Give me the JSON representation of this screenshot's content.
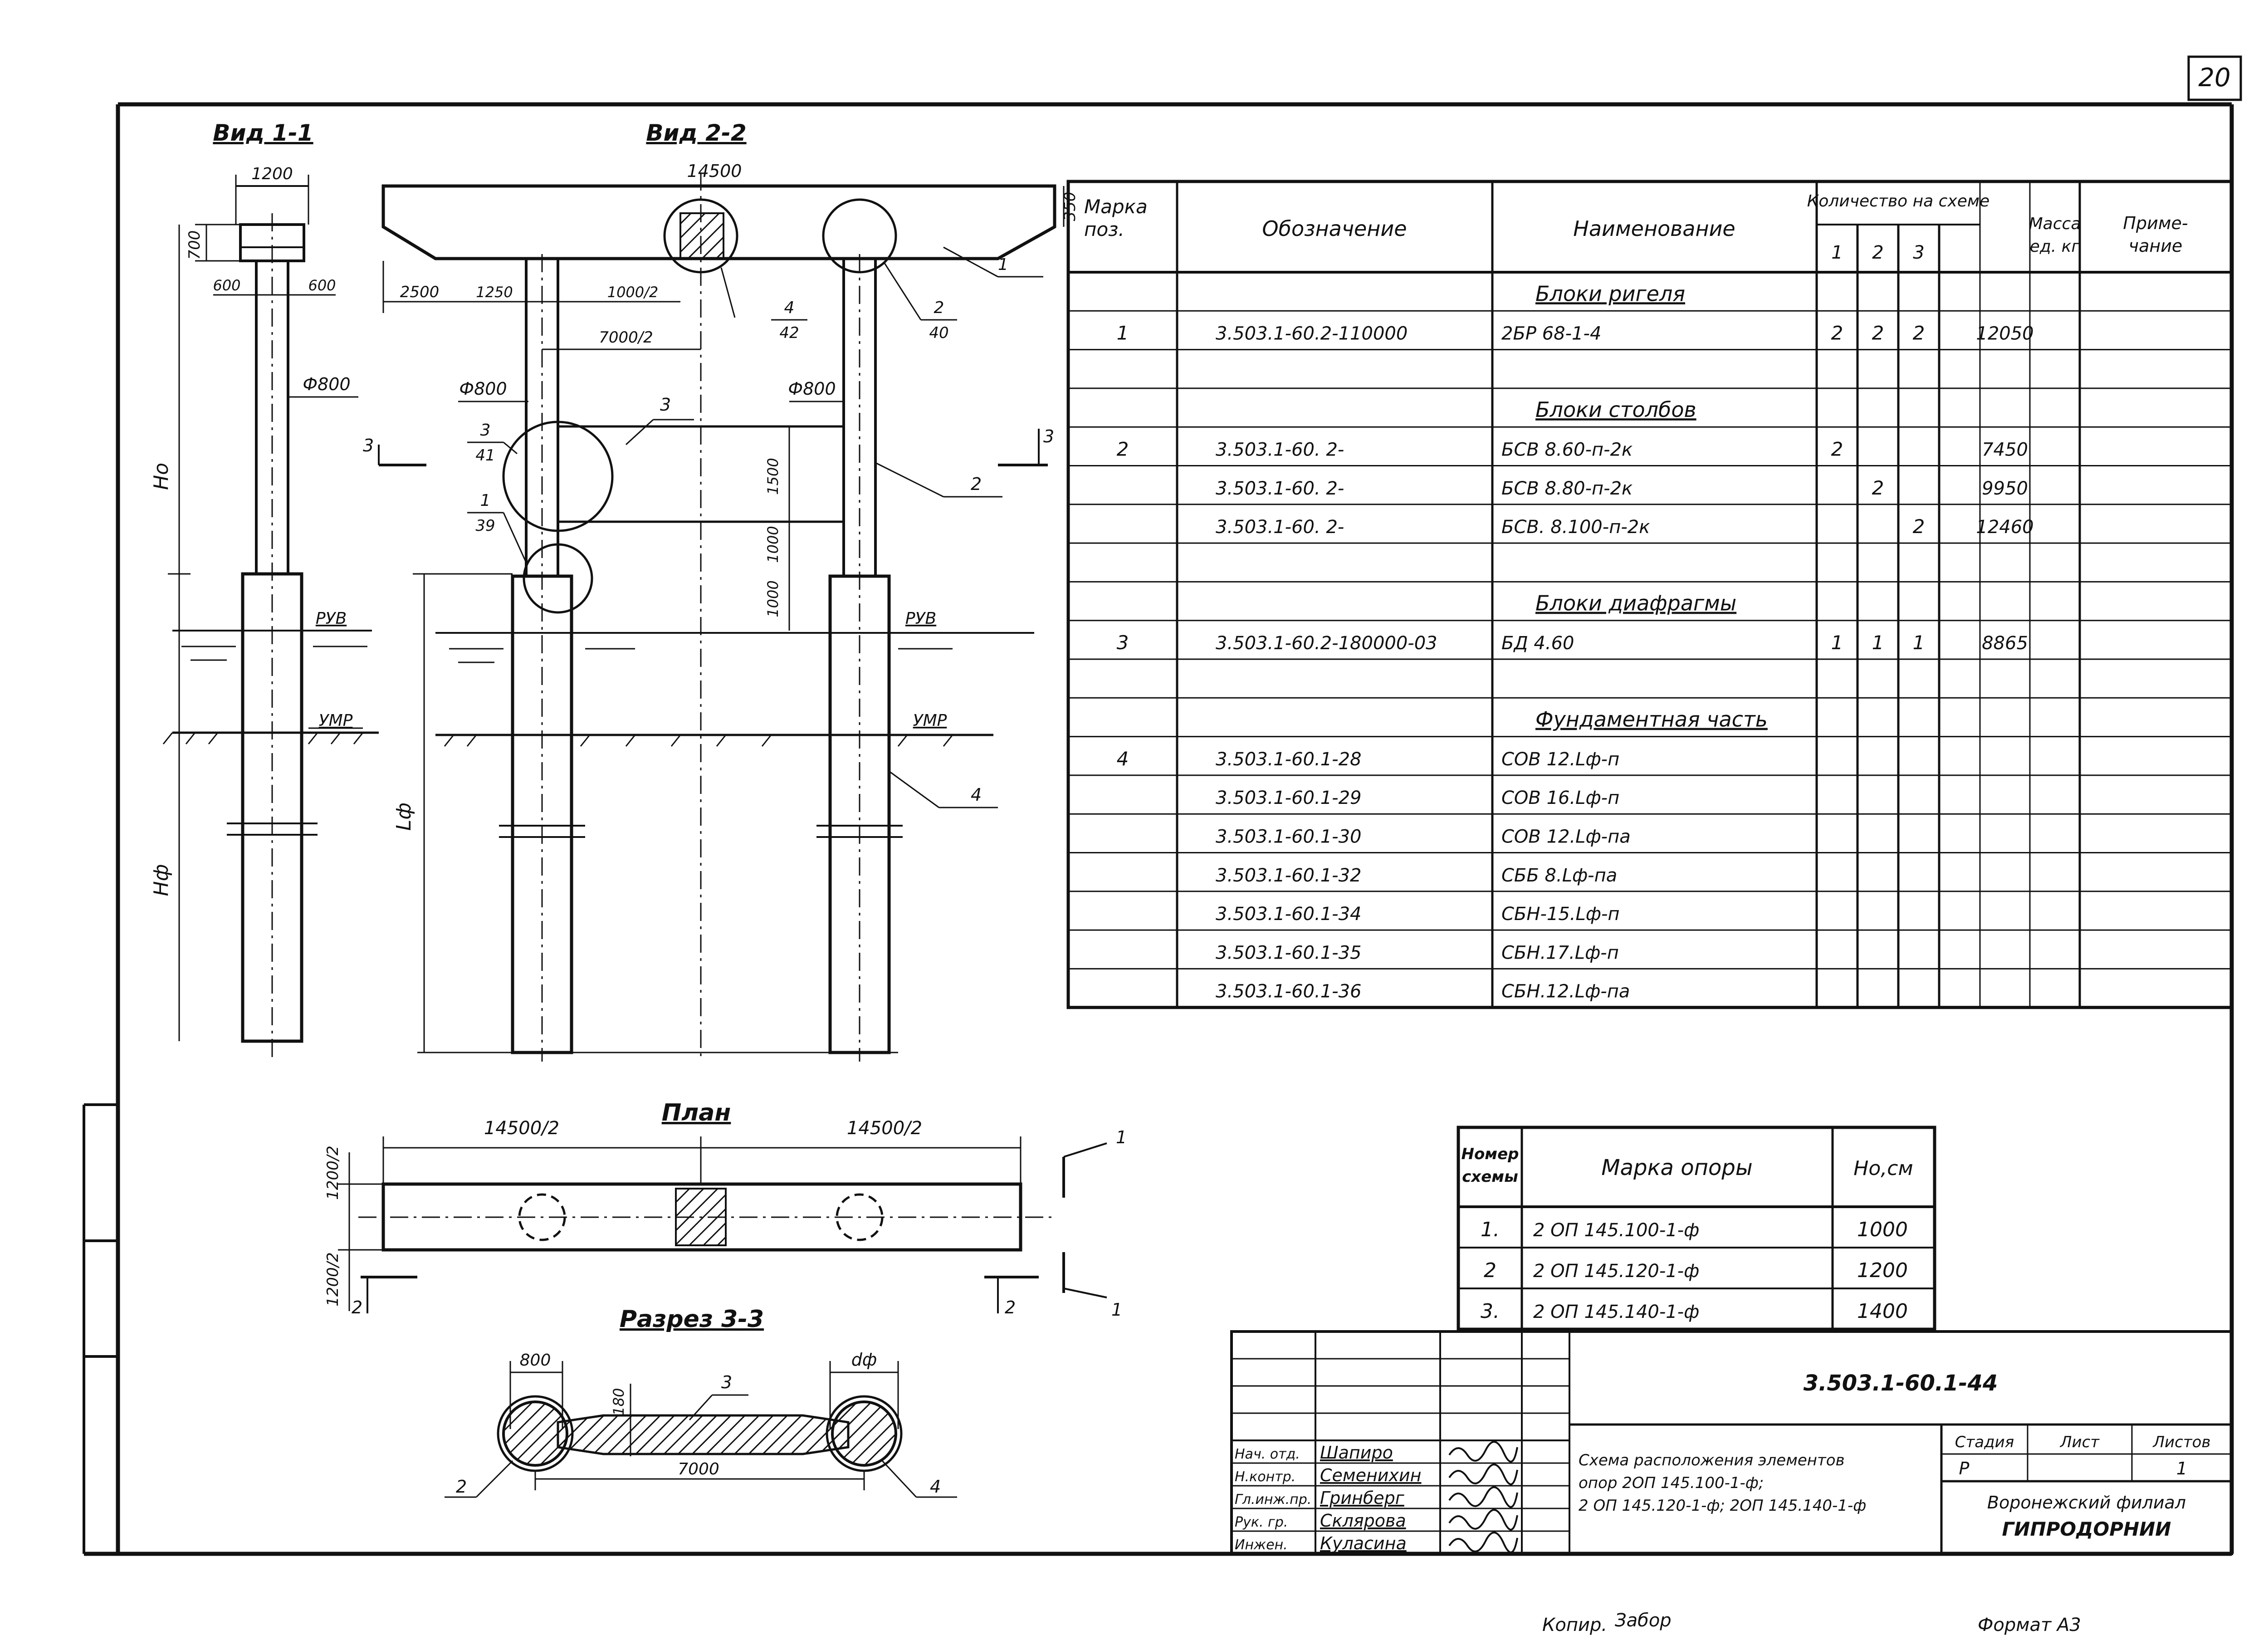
{
  "sheet": {
    "page_number": "20",
    "copy_label": "Копир.",
    "copy_signature": "Забор",
    "format_signature": "Формат А3"
  },
  "views": {
    "view11": {
      "title": "Вид 1-1",
      "dim_top": "1200",
      "dim_700": "700",
      "dim_left": "600",
      "dim_right": "600",
      "phi": "Ф800",
      "ho": "Но",
      "hf": "Нф",
      "ruv": "РУВ",
      "umr": "УМР"
    },
    "view22": {
      "title": "Вид 2-2",
      "dim_total": "14500",
      "dim_350": "350",
      "dim_2500": "2500",
      "dim_1250": "1250",
      "dim_1000_2": "1000/2",
      "dim_7000_2": "7000/2",
      "phi_left": "Ф800",
      "phi_right": "Ф800",
      "dim_1500": "1500",
      "dim_1000a": "1000",
      "dim_1000b": "1000",
      "lf": "Lф",
      "ruv": "РУВ",
      "umr": "УМР",
      "callout_4_num": "4",
      "callout_4_den": "42",
      "callout_2_num": "2",
      "callout_2_den": "40",
      "callout_3_num": "3",
      "callout_3_den": "41",
      "callout_1_num": "1",
      "callout_1_den": "39",
      "leader_1": "1",
      "leader_2": "2",
      "leader_3": "3",
      "leader_4": "4",
      "section_3": "3"
    },
    "plan": {
      "title": "План",
      "dim_left": "14500/2",
      "dim_right": "14500/2",
      "dim_side_top": "1200/2",
      "dim_side_bottom": "1200/2",
      "mark_1": "1",
      "mark_2": "2"
    },
    "section33": {
      "title": "Разрез 3-3",
      "dim_800": "800",
      "dim_df": "dф",
      "dim_180": "180",
      "dim_7000": "7000",
      "leader_2": "2",
      "leader_3": "3",
      "leader_4": "4"
    }
  },
  "spec_table": {
    "headers": {
      "mark": "Марка поз.",
      "designation": "Обозначение",
      "name": "Наименование",
      "qty": "Количество на схеме",
      "qty_cols": [
        "1",
        "2",
        "3"
      ],
      "mass": "Масса ед. кг",
      "note": "Приме- чание"
    },
    "rows": [
      {
        "mark": "",
        "designation": "",
        "name": "Блоки ригеля",
        "q1": "",
        "q2": "",
        "q3": "",
        "mass": "",
        "section": true
      },
      {
        "mark": "1",
        "designation": "3.503.1-60.2-110000",
        "name": "2БР 68-1-4",
        "q1": "2",
        "q2": "2",
        "q3": "2",
        "mass": "12050",
        "section": false
      },
      {
        "mark": "",
        "designation": "",
        "name": "",
        "q1": "",
        "q2": "",
        "q3": "",
        "mass": "",
        "section": false
      },
      {
        "mark": "",
        "designation": "",
        "name": "Блоки столбов",
        "q1": "",
        "q2": "",
        "q3": "",
        "mass": "",
        "section": true
      },
      {
        "mark": "2",
        "designation": "3.503.1-60. 2-",
        "name": "БСВ 8.60-п-2к",
        "q1": "2",
        "q2": "",
        "q3": "",
        "mass": "7450",
        "section": false
      },
      {
        "mark": "",
        "designation": "3.503.1-60. 2-",
        "name": "БСВ 8.80-п-2к",
        "q1": "",
        "q2": "2",
        "q3": "",
        "mass": "9950",
        "section": false
      },
      {
        "mark": "",
        "designation": "3.503.1-60. 2-",
        "name": "БСВ. 8.100-п-2к",
        "q1": "",
        "q2": "",
        "q3": "2",
        "mass": "12460",
        "section": false
      },
      {
        "mark": "",
        "designation": "",
        "name": "",
        "q1": "",
        "q2": "",
        "q3": "",
        "mass": "",
        "section": false
      },
      {
        "mark": "",
        "designation": "",
        "name": "Блоки диафрагмы",
        "q1": "",
        "q2": "",
        "q3": "",
        "mass": "",
        "section": true
      },
      {
        "mark": "3",
        "designation": "3.503.1-60.2-180000-03",
        "name": "БД 4.60",
        "q1": "1",
        "q2": "1",
        "q3": "1",
        "mass": "8865",
        "section": false
      },
      {
        "mark": "",
        "designation": "",
        "name": "",
        "q1": "",
        "q2": "",
        "q3": "",
        "mass": "",
        "section": false
      },
      {
        "mark": "",
        "designation": "",
        "name": "Фундаментная часть",
        "q1": "",
        "q2": "",
        "q3": "",
        "mass": "",
        "section": true
      },
      {
        "mark": "4",
        "designation": "3.503.1-60.1-28",
        "name": "СОВ 12.Lф-п",
        "q1": "",
        "q2": "",
        "q3": "",
        "mass": "",
        "section": false
      },
      {
        "mark": "",
        "designation": "3.503.1-60.1-29",
        "name": "СОВ 16.Lф-п",
        "q1": "",
        "q2": "",
        "q3": "",
        "mass": "",
        "section": false
      },
      {
        "mark": "",
        "designation": "3.503.1-60.1-30",
        "name": "СОВ 12.Lф-па",
        "q1": "",
        "q2": "",
        "q3": "",
        "mass": "",
        "section": false
      },
      {
        "mark": "",
        "designation": "3.503.1-60.1-32",
        "name": "СББ 8.Lф-па",
        "q1": "",
        "q2": "",
        "q3": "",
        "mass": "",
        "section": false
      },
      {
        "mark": "",
        "designation": "3.503.1-60.1-34",
        "name": "СБН-15.Lф-п",
        "q1": "",
        "q2": "",
        "q3": "",
        "mass": "",
        "section": false
      },
      {
        "mark": "",
        "designation": "3.503.1-60.1-35",
        "name": "СБН.17.Lф-п",
        "q1": "",
        "q2": "",
        "q3": "",
        "mass": "",
        "section": false
      },
      {
        "mark": "",
        "designation": "3.503.1-60.1-36",
        "name": "СБН.12.Lф-па",
        "q1": "",
        "q2": "",
        "q3": "",
        "mass": "",
        "section": false
      }
    ]
  },
  "scheme_table": {
    "headers": {
      "num": "Номер схемы",
      "mark": "Марка опоры",
      "ho": "Но,см"
    },
    "rows": [
      {
        "num": "1.",
        "mark": "2 ОП 145.100-1-ф",
        "ho": "1000"
      },
      {
        "num": "2",
        "mark": "2 ОП 145.120-1-ф",
        "ho": "1200"
      },
      {
        "num": "3.",
        "mark": "2 ОП 145.140-1-ф",
        "ho": "1400"
      }
    ]
  },
  "title_block": {
    "code": "3.503.1-60.1-44",
    "description_line1": "Схема расположения элементов",
    "description_line2": "опор 2ОП 145.100-1-ф;",
    "description_line3": "2 ОП 145.120-1-ф; 2ОП 145.140-1-ф",
    "stage_label": "Стадия",
    "sheet_label": "Лист",
    "sheets_label": "Листов",
    "stage": "Р",
    "sheet_count": "1",
    "org_line1": "Воронежский филиал",
    "org_line2": "ГИПРОДОРНИИ",
    "people": [
      {
        "role": "Нач. отд.",
        "name": "Шапиро"
      },
      {
        "role": "Н.контр.",
        "name": "Семенихин"
      },
      {
        "role": "Гл.инж.пр.",
        "name": "Гринберг"
      },
      {
        "role": "Рук. гр.",
        "name": "Склярова"
      },
      {
        "role": "Инжен.",
        "name": "Куласина"
      }
    ]
  }
}
